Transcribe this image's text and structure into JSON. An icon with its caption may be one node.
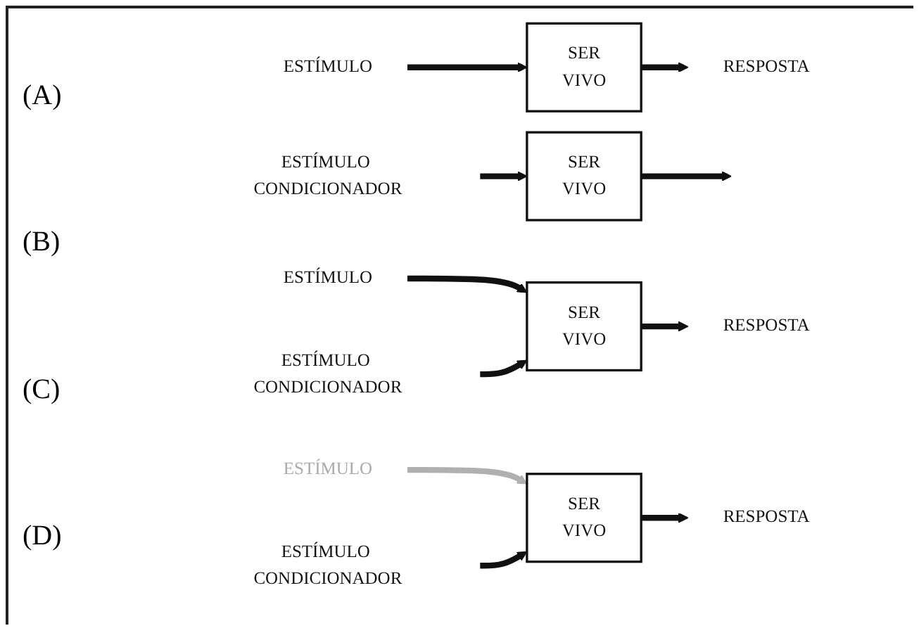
{
  "diagram": {
    "nodes": [
      {
        "text": [
          "ESTÍMULO"
        ]
      },
      {
        "text": [
          "SER VIVO"
        ]
      },
      {
        "text": [
          "RESPOSTA"
        ]
      },
      {
        "text": [
          "ESTÍMULO CONDICIONADOR"
        ]
      },
      {
        "text": [
          "SER VIVO"
        ]
      },
      {
        "text": [
          "ESTÍMULO"
        ]
      },
      {
        "text": [
          "ESTÍMULO CONDICIONADOR"
        ]
      },
      {
        "text": [
          "SER VIVO"
        ]
      },
      {
        "text": [
          "RESPOSTA"
        ]
      },
      {
        "text": [
          "ESTÍMULO"
        ]
      },
      {
        "text": [
          "ESTÍMULO CONDICIONADOR"
        ]
      },
      {
        "text": [
          "SER VIVO"
        ]
      },
      {
        "text": [
          "RESPOSTA"
        ]
      }
    ],
    "edges": [
      {
        "from": 0,
        "to": 1,
        "arrow": "to"
      },
      {
        "from": 1,
        "to": 2,
        "arrow": "to"
      },
      {
        "from": 3,
        "to": 4,
        "arrow": "to"
      },
      {
        "from": 4,
        "to": null,
        "arrow": "to"
      },
      {
        "from": 5,
        "to": 7,
        "arrow": "to"
      },
      {
        "from": 6,
        "to": 7,
        "arrow": "to"
      },
      {
        "from": 7,
        "to": 8,
        "arrow": "to"
      },
      {
        "from": 9,
        "to": 11,
        "arrow": "to",
        "color": "#b0b0b0"
      },
      {
        "from": 10,
        "to": 11,
        "arrow": "to"
      },
      {
        "from": 11,
        "to": 12,
        "arrow": "to"
      }
    ],
    "labels": [
      "(A)",
      "(B)",
      "(C)",
      "(D)"
    ]
  }
}
